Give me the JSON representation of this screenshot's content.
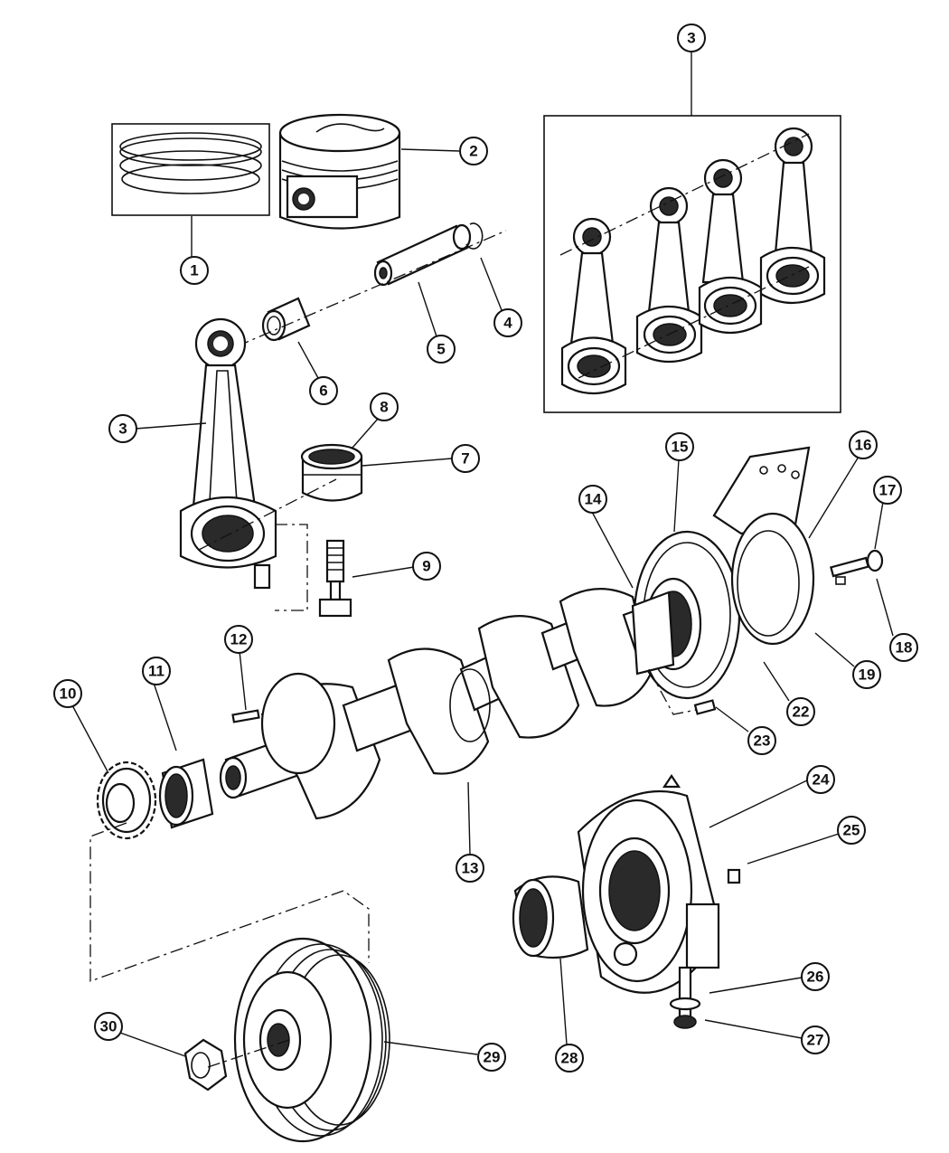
{
  "callouts": [
    {
      "id": "c1",
      "label": "1"
    },
    {
      "id": "c2",
      "label": "2"
    },
    {
      "id": "c3a",
      "label": "3"
    },
    {
      "id": "c3b",
      "label": "3"
    },
    {
      "id": "c4",
      "label": "4"
    },
    {
      "id": "c5",
      "label": "5"
    },
    {
      "id": "c6",
      "label": "6"
    },
    {
      "id": "c7",
      "label": "7"
    },
    {
      "id": "c8",
      "label": "8"
    },
    {
      "id": "c9",
      "label": "9"
    },
    {
      "id": "c10",
      "label": "10"
    },
    {
      "id": "c11",
      "label": "11"
    },
    {
      "id": "c12",
      "label": "12"
    },
    {
      "id": "c13",
      "label": "13"
    },
    {
      "id": "c14",
      "label": "14"
    },
    {
      "id": "c15",
      "label": "15"
    },
    {
      "id": "c16",
      "label": "16"
    },
    {
      "id": "c17",
      "label": "17"
    },
    {
      "id": "c18",
      "label": "18"
    },
    {
      "id": "c19",
      "label": "19"
    },
    {
      "id": "c22",
      "label": "22"
    },
    {
      "id": "c23",
      "label": "23"
    },
    {
      "id": "c24",
      "label": "24"
    },
    {
      "id": "c25",
      "label": "25"
    },
    {
      "id": "c26",
      "label": "26"
    },
    {
      "id": "c27",
      "label": "27"
    },
    {
      "id": "c28",
      "label": "28"
    },
    {
      "id": "c29",
      "label": "29"
    },
    {
      "id": "c30",
      "label": "30"
    }
  ]
}
